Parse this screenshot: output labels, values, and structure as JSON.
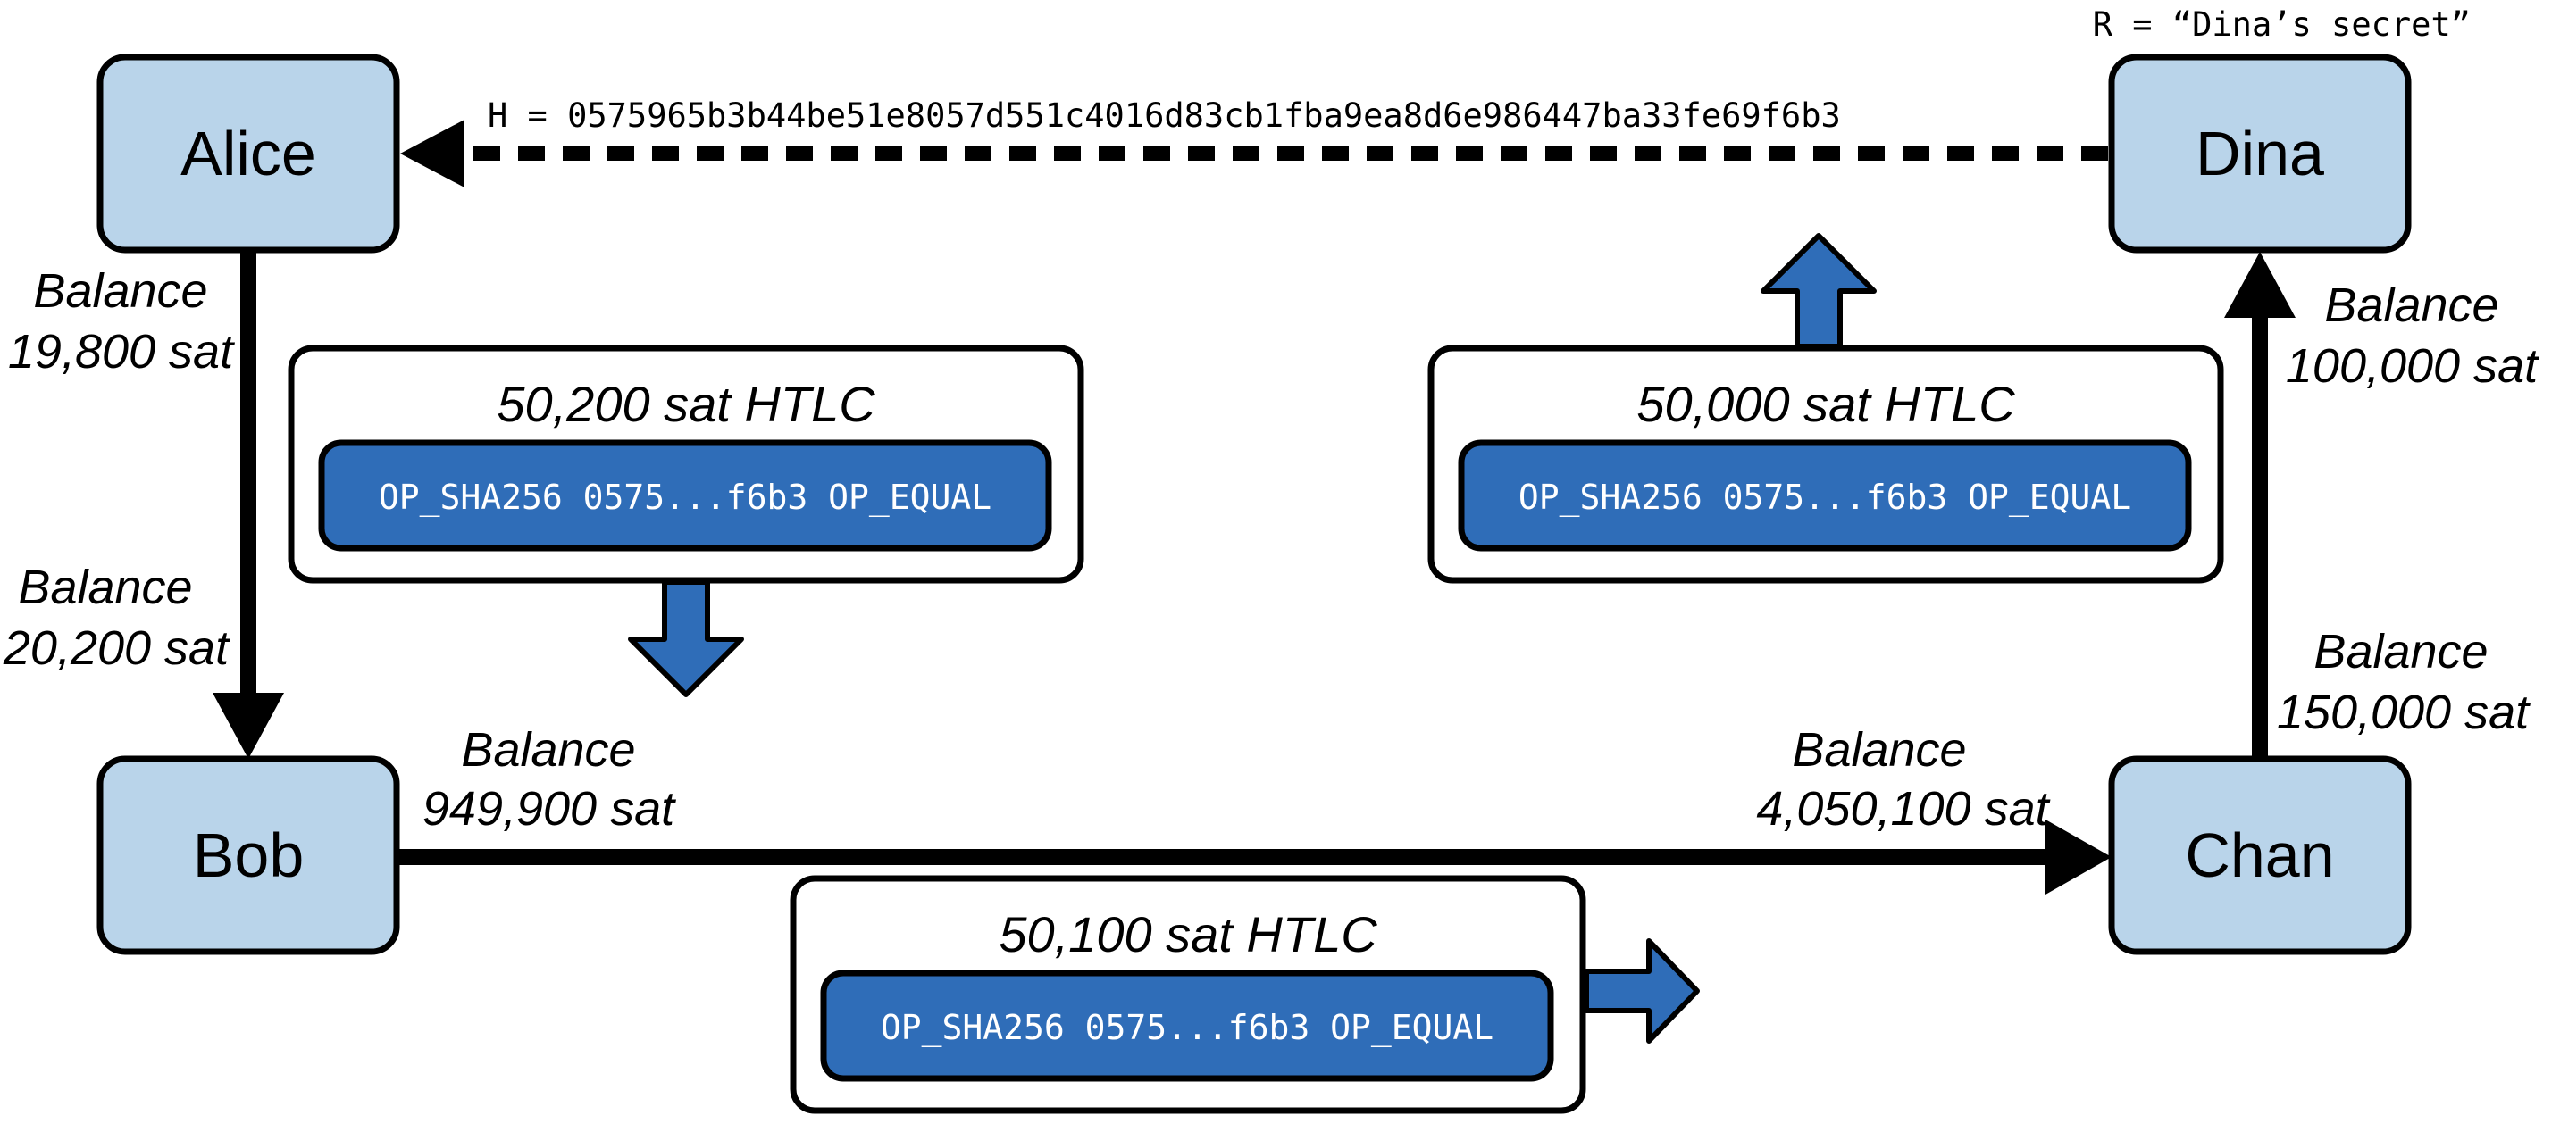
{
  "colors": {
    "node_fill": "#b9d4ea",
    "script_fill": "#2f6db8",
    "arrow_fill": "#2f6db8",
    "line": "#000000"
  },
  "nodes": {
    "alice": "Alice",
    "bob": "Bob",
    "chan": "Chan",
    "dina": "Dina"
  },
  "secret": {
    "preimage": "R = “Dina’s secret”",
    "hash": "H = 0575965b3b44be51e8057d551c4016d83cb1fba9ea8d6e986447ba33fe69f6b3"
  },
  "balances": {
    "alice_word": "Balance",
    "alice_value": "19,800 sat",
    "bob_top_word": "Balance",
    "bob_top_value": "20,200 sat",
    "bob_right_word": "Balance",
    "bob_right_value": "949,900 sat",
    "chan_left_word": "Balance",
    "chan_left_value": "4,050,100 sat",
    "chan_top_word": "Balance",
    "chan_top_value": "150,000 sat",
    "dina_word": "Balance",
    "dina_value": "100,000 sat"
  },
  "htlcs": [
    {
      "title": "50,200 sat HTLC",
      "script": "OP_SHA256 0575...f6b3 OP_EQUAL",
      "arrow": "down-arrow-icon"
    },
    {
      "title": "50,100 sat HTLC",
      "script": "OP_SHA256 0575...f6b3 OP_EQUAL",
      "arrow": "right-arrow-icon"
    },
    {
      "title": "50,000 sat HTLC",
      "script": "OP_SHA256 0575...f6b3 OP_EQUAL",
      "arrow": "up-arrow-icon"
    }
  ]
}
